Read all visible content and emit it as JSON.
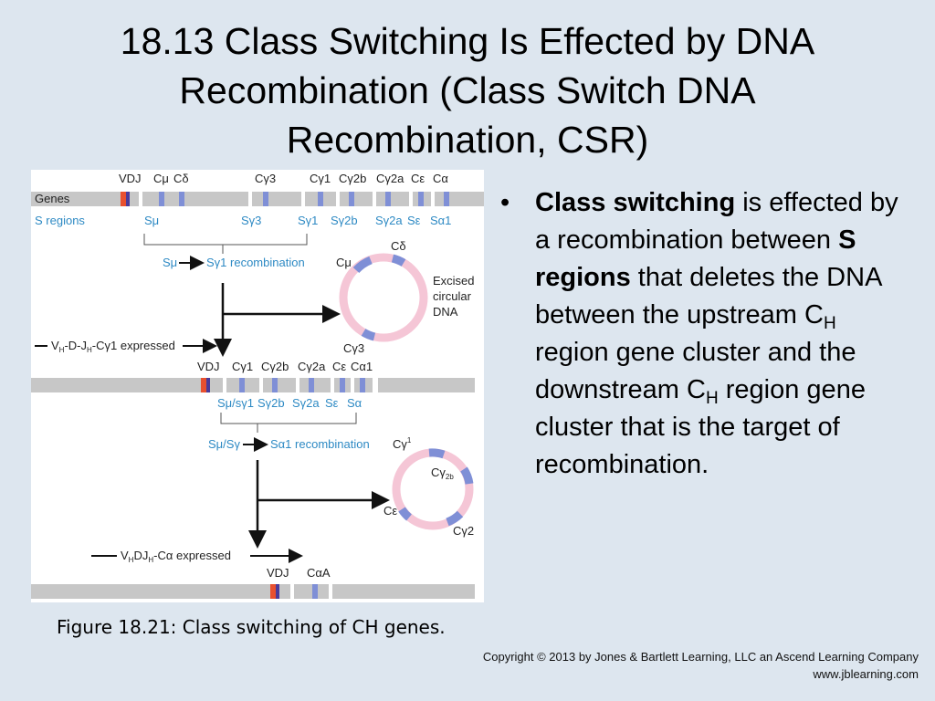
{
  "slide": {
    "title_line1": "18.13  Class Switching Is Effected by DNA",
    "title_line2": "Recombination (Class Switch DNA",
    "title_line3": "Recombination, CSR)"
  },
  "figure": {
    "row1": {
      "gene_labels": [
        "VDJ",
        "Cμ",
        "Cδ",
        "Cγ3",
        "Cγ1",
        "Cγ2b",
        "Cγ2a",
        "Cε",
        "Cα"
      ],
      "genes_label": "Genes",
      "s_regions_label": "S regions",
      "s_labels": [
        "Sμ",
        "Sγ3",
        "Sγ1",
        "Sγ2b",
        "Sγ2a",
        "Sε",
        "Sα1"
      ]
    },
    "rec1": {
      "from": "Sμ",
      "text": "Sγ1 recombination",
      "circle_labels": [
        "Cδ",
        "Cμ",
        "Cγ3"
      ],
      "excised": [
        "Excised",
        "circular",
        "DNA"
      ],
      "expressed": "V",
      "expressed_sub1": "H",
      "expressed_mid": "-D-J",
      "expressed_sub2": "H",
      "expressed_end": "-Cγ1 expressed"
    },
    "row2": {
      "gene_labels": [
        "VDJ",
        "Cγ1",
        "Cγ2b",
        "Cγ2a",
        "Cε",
        "Cα1"
      ],
      "s_labels": [
        "Sμ/sγ1",
        "Sγ2b",
        "Sγ2a",
        "Sε",
        "Sα"
      ]
    },
    "rec2": {
      "from": "Sμ/Sγ",
      "text": "Sα1   recombination",
      "circle_labels": [
        "Cγ",
        "Cγ",
        "Cε",
        "Cγ2"
      ],
      "circle_sups": [
        "1",
        "2b"
      ],
      "expressed": "V",
      "expressed_sub1": "H",
      "expressed_mid": "DJ",
      "expressed_sub2": "H",
      "expressed_end": "-Cα expressed"
    },
    "row3": {
      "gene_labels": [
        "VDJ",
        "CαA"
      ]
    }
  },
  "caption": "Figure 18.21: Class switching of CH genes.",
  "bullet": {
    "bold1": "Class switching",
    "text1": " is effected by a recombination between ",
    "bold2": "S regions",
    "text2": " that deletes the DNA between the upstream C",
    "sub1": "H",
    "text3": " region gene cluster and the downstream C",
    "sub2": "H",
    "text4": " region gene cluster that is the target of recombination."
  },
  "copyright": {
    "line1": "Copyright © 2013 by Jones & Bartlett Learning, LLC an Ascend Learning Company",
    "line2": "www.jblearning.com"
  }
}
